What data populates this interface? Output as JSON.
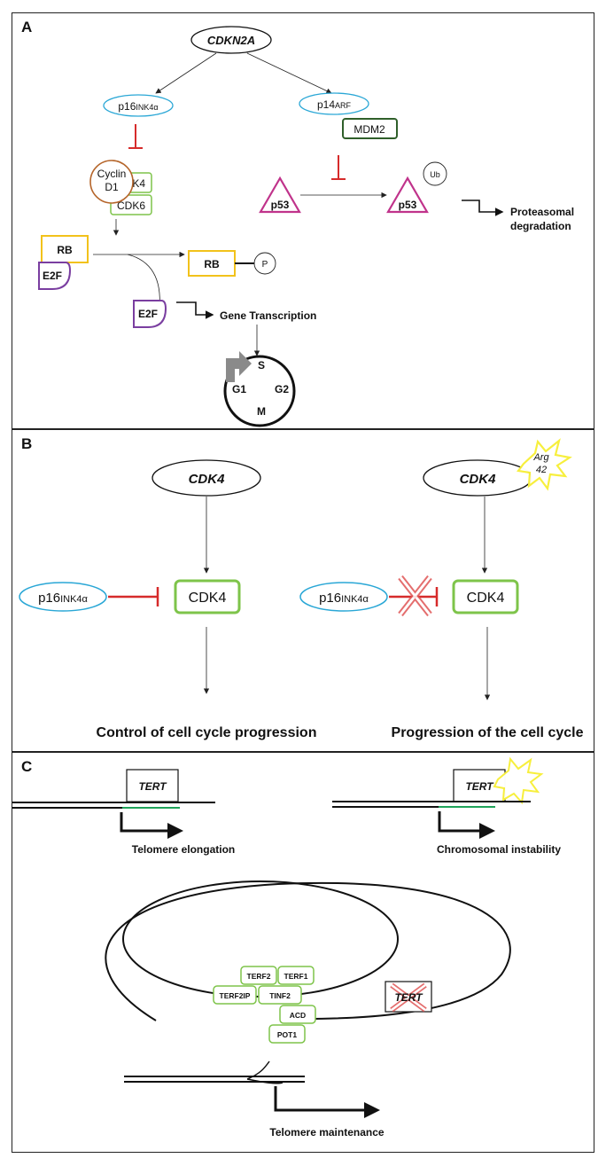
{
  "panels": {
    "a": {
      "label": "A",
      "gene": "CDKN2A",
      "p16": {
        "main": "p16",
        "sub": "INK4α"
      },
      "p14": {
        "main": "p14",
        "sub": "ARF"
      },
      "mdm2": "MDM2",
      "cyclin_line1": "Cyclin",
      "cyclin_line2": "D1",
      "cdk4": "CDK4",
      "cdk6": "CDK6",
      "p53": "p53",
      "ub": "Ub",
      "proteasomal_line1": "Proteasomal",
      "proteasomal_line2": "degradation",
      "rb": "RB",
      "p": "P",
      "e2f": "E2F",
      "gene_transcription": "Gene Transcription",
      "cycle": {
        "s": "S",
        "g1": "G1",
        "g2": "G2",
        "m": "M"
      }
    },
    "b": {
      "label": "B",
      "gene": "CDK4",
      "mutation_line1": "Arg",
      "mutation_line2": "42",
      "p16": {
        "main": "p16",
        "sub": "INK4α"
      },
      "cdk4": "CDK4",
      "left_outcome": "Control of cell cycle progression",
      "right_outcome": "Progression of the cell cycle"
    },
    "c": {
      "label": "C",
      "tert": "TERT",
      "left_outcome": "Telomere elongation",
      "right_outcome": "Chromosomal instability",
      "shelterin": [
        "TERF2",
        "TERF1",
        "TERF2IP",
        "TINF2",
        "ACD",
        "POT1"
      ],
      "bottom_outcome": "Telomere maintenance"
    }
  },
  "colors": {
    "inhibit": "#d62b2b",
    "cyan": "#2aa7d6",
    "green": "#7ec44a",
    "dark_green": "#2f5f2a",
    "magenta": "#c0338b",
    "yellow": "#f2c21b",
    "purple": "#7a3ea0",
    "brown": "#b5652a",
    "star_yellow": "#f7ef3a",
    "dna_green": "#1fa35a",
    "gray": "#8a8a8a"
  }
}
